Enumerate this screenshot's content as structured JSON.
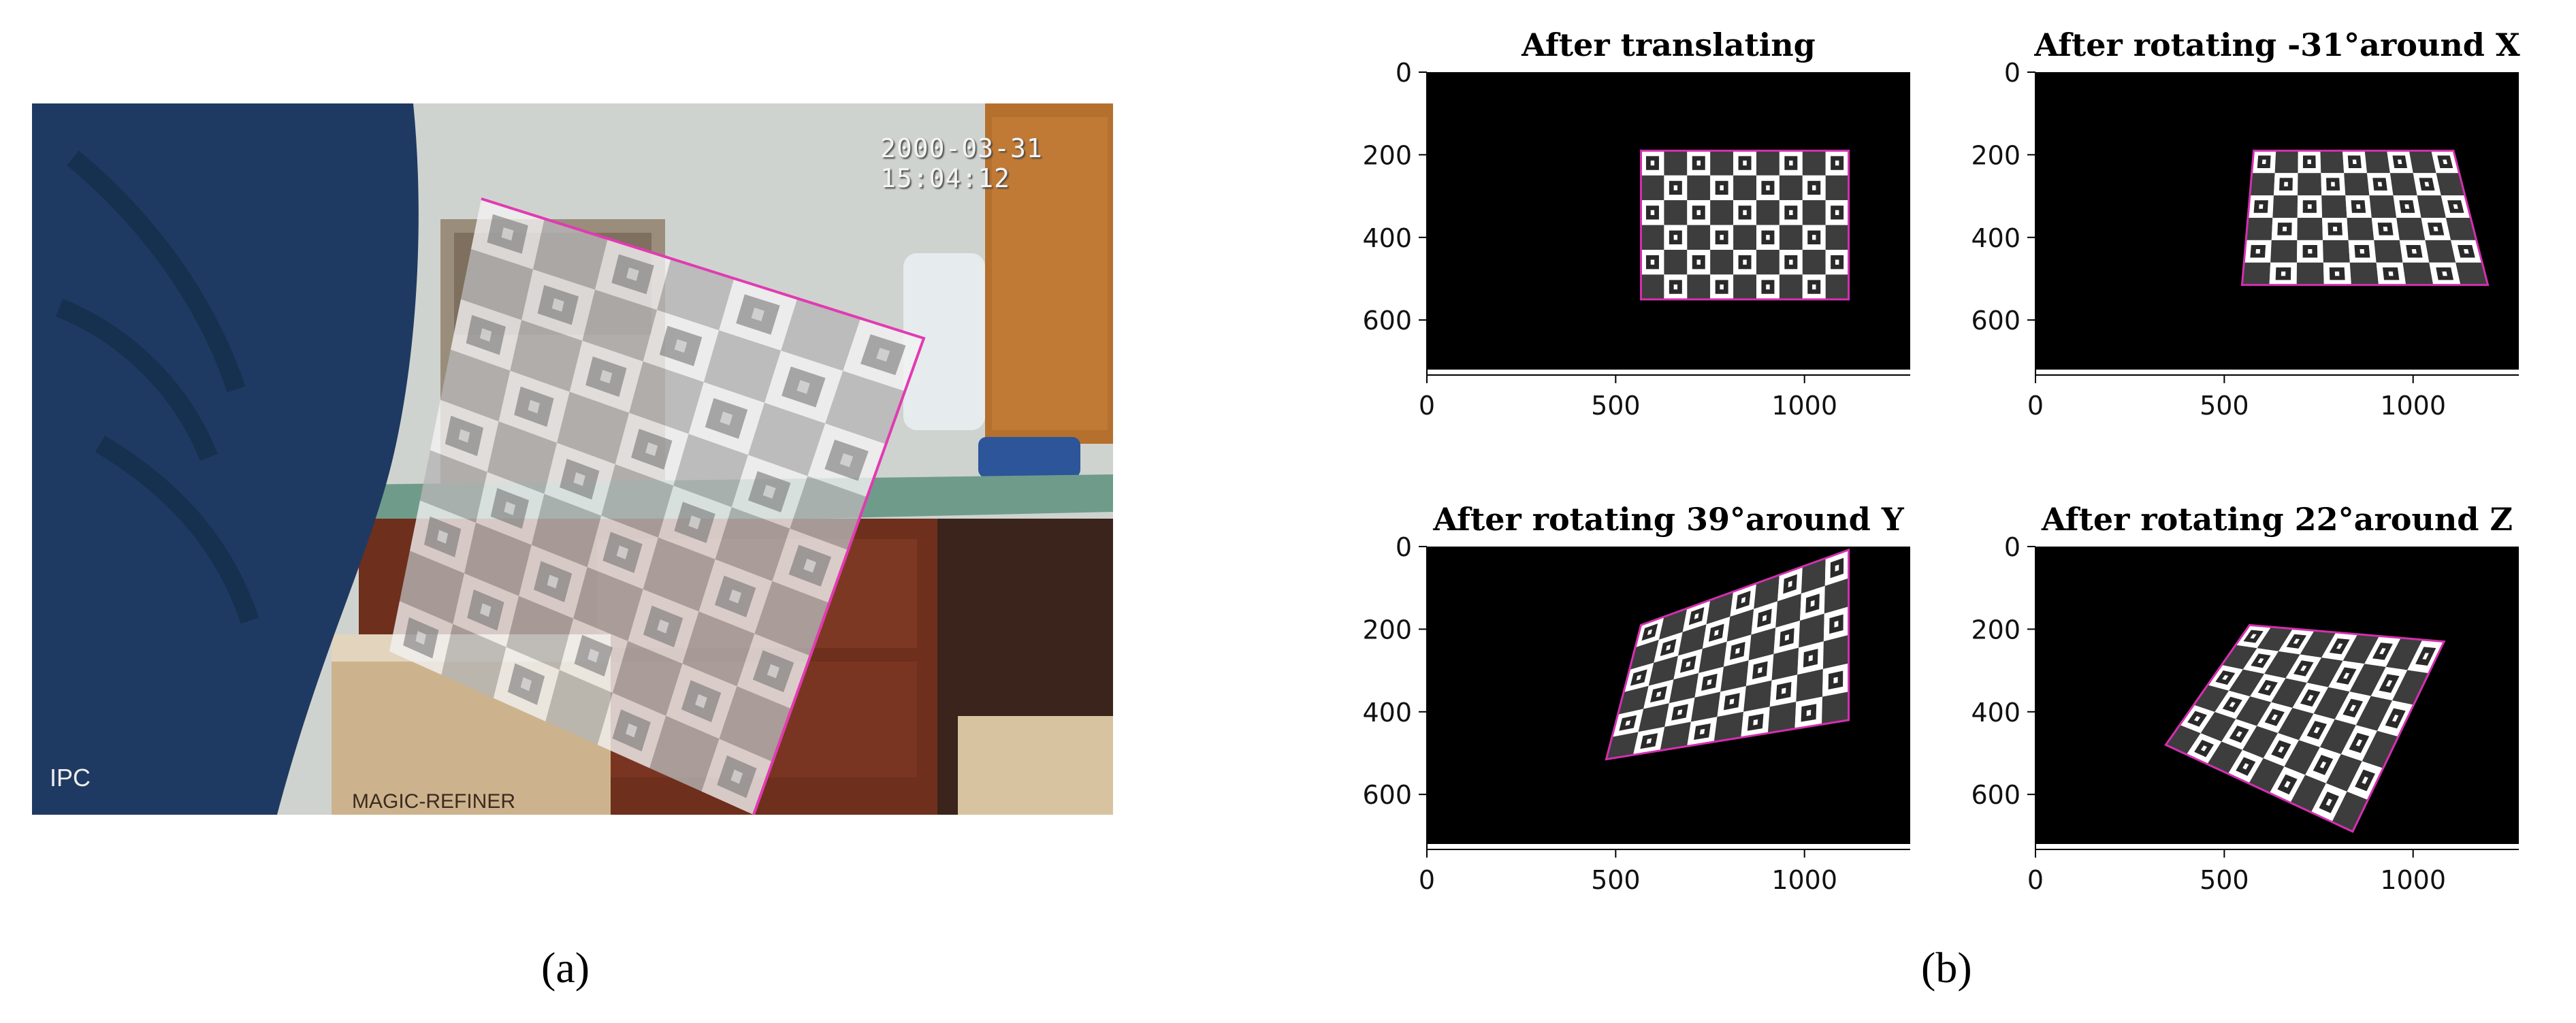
{
  "figure": {
    "panel_a": {
      "caption": "(a)",
      "timestamp": "2000-03-31 15:04:12",
      "corner_label": "IPC",
      "box_text": "MAGIC-REFINER"
    },
    "panel_b": {
      "caption": "(b)"
    }
  },
  "chart_data": [
    {
      "type": "image",
      "title": "After translating",
      "x_ticks": [
        0,
        500,
        1000
      ],
      "y_ticks": [
        0,
        200,
        400,
        600
      ],
      "xlim": [
        0,
        1280
      ],
      "ylim": [
        720,
        0
      ],
      "board_corners": [
        [
          567,
          190
        ],
        [
          1117,
          190
        ],
        [
          1117,
          550
        ],
        [
          567,
          550
        ]
      ],
      "grid_cols": 9,
      "grid_rows": 6
    },
    {
      "type": "image",
      "title": "After rotating -31°around X",
      "x_ticks": [
        0,
        500,
        1000
      ],
      "y_ticks": [
        0,
        200,
        400,
        600
      ],
      "xlim": [
        0,
        1280
      ],
      "ylim": [
        720,
        0
      ],
      "board_corners": [
        [
          578,
          190
        ],
        [
          1107,
          190
        ],
        [
          1198,
          515
        ],
        [
          547,
          515
        ]
      ],
      "grid_cols": 9,
      "grid_rows": 6
    },
    {
      "type": "image",
      "title": "After rotating 39°around Y",
      "x_ticks": [
        0,
        500,
        1000
      ],
      "y_ticks": [
        0,
        200,
        400,
        600
      ],
      "xlim": [
        0,
        1280
      ],
      "ylim": [
        720,
        0
      ],
      "board_corners": [
        [
          567,
          190
        ],
        [
          1117,
          8
        ],
        [
          1117,
          420
        ],
        [
          475,
          515
        ]
      ],
      "grid_cols": 9,
      "grid_rows": 6
    },
    {
      "type": "image",
      "title": "After rotating 22°around Z",
      "x_ticks": [
        0,
        500,
        1000
      ],
      "y_ticks": [
        0,
        200,
        400,
        600
      ],
      "xlim": [
        0,
        1280
      ],
      "ylim": [
        720,
        0
      ],
      "board_corners": [
        [
          567,
          190
        ],
        [
          1082,
          230
        ],
        [
          840,
          690
        ],
        [
          345,
          480
        ]
      ],
      "grid_cols": 9,
      "grid_rows": 6
    }
  ]
}
